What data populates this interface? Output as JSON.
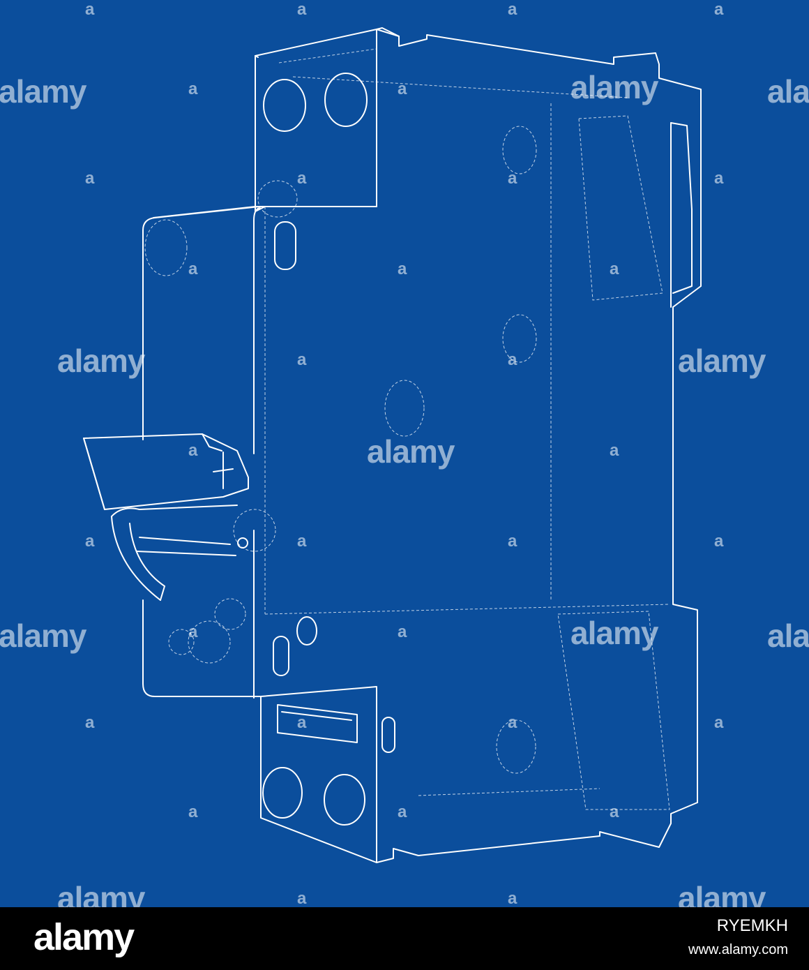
{
  "colors": {
    "background": "#0b4e9c",
    "line": "#ffffff",
    "footer": "#000000"
  },
  "watermark": {
    "brand": "alamy",
    "small_mark": "a"
  },
  "footer": {
    "logo": "alamy",
    "image_id": "RYEMKH",
    "url": "www.alamy.com"
  }
}
